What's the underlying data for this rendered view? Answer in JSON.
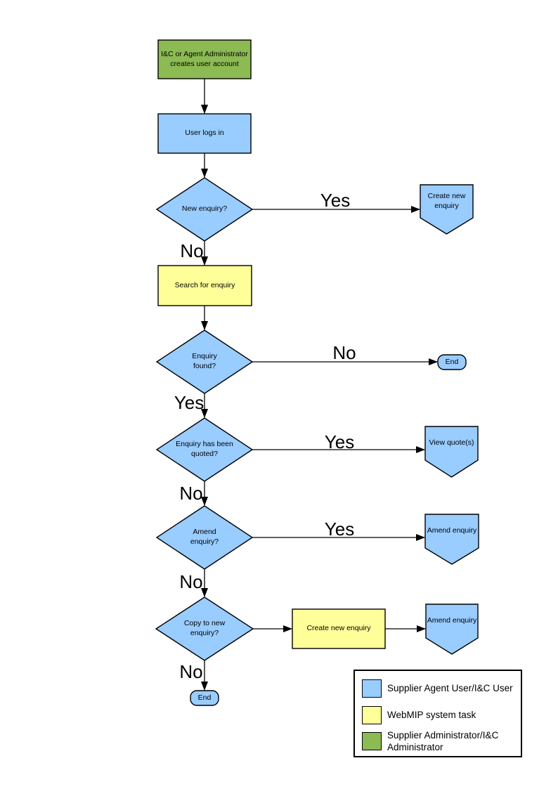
{
  "colors": {
    "actor_blue": "#99CCFF",
    "task_yellow": "#FFFF99",
    "admin_green": "#8CBA53",
    "outline": "#000000",
    "background": "#FFFFFF"
  },
  "nodes": {
    "create_account": "I&C or Agent Administrator creates user account",
    "user_logs_in": "User logs in",
    "new_enquiry_q": "New enquiry?",
    "create_new_enquiry_offpage": "Create new enquiry",
    "search_for_enquiry": "Search for enquiry",
    "enquiry_found_q": "Enquiry found?",
    "end_1": "End",
    "enquiry_quoted_q": "Enquiry has been quoted?",
    "view_quotes": "View quote(s)",
    "amend_enquiry_q": "Amend enquiry?",
    "amend_enquiry_1": "Amend enquiry",
    "copy_to_new_q": "Copy to new enquiry?",
    "create_new_enquiry_task": "Create new enquiry",
    "amend_enquiry_2": "Amend enquiry",
    "end_2": "End"
  },
  "edge_labels": {
    "new_enquiry_yes": "Yes",
    "new_enquiry_no": "No",
    "enquiry_found_no": "No",
    "enquiry_found_yes": "Yes",
    "quoted_yes": "Yes",
    "quoted_no": "No",
    "amend_yes": "Yes",
    "amend_no": "No",
    "copy_no": "No"
  },
  "legend": {
    "items": [
      {
        "color": "#99CCFF",
        "label": "Supplier Agent User/I&C User"
      },
      {
        "color": "#FFFF99",
        "label": "WebMIP system task"
      },
      {
        "color": "#8CBA53",
        "label": "Supplier Administrator/I&C Administrator"
      }
    ]
  }
}
